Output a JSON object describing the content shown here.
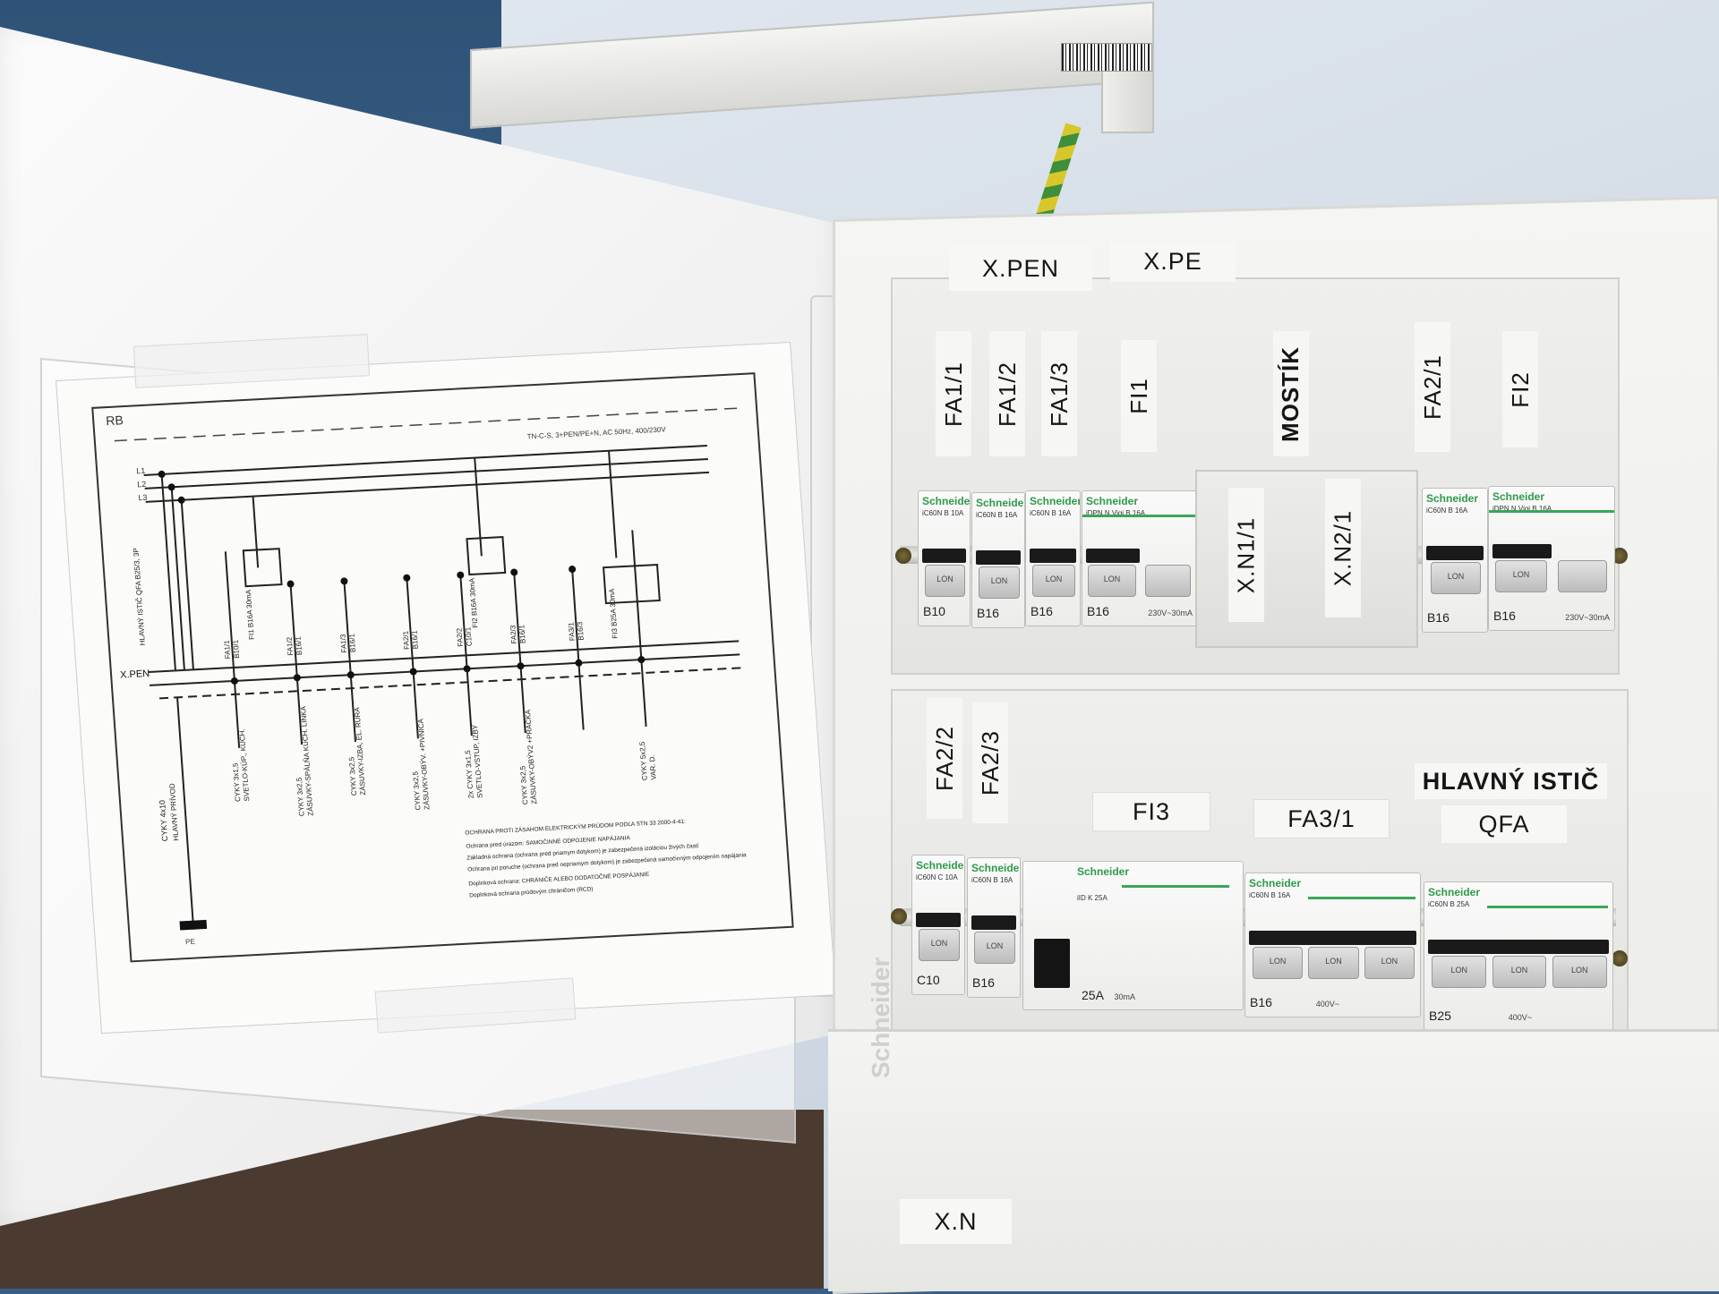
{
  "wall_labels": {
    "x_pen": "X.PEN",
    "x_pe": "X.PE"
  },
  "top_row_labels": [
    "FA1/1",
    "FA1/2",
    "FA1/3",
    "FI1",
    "MOSTÍK",
    "FA2/1",
    "FI2"
  ],
  "bridge_block_labels": [
    "X.N1/1",
    "X.N2/1"
  ],
  "bottom_row_labels_vertical": [
    "FA2/2",
    "FA2/3"
  ],
  "bottom_row_labels": {
    "fi3": "FI3",
    "fa3_1": "FA3/1",
    "main_breaker": "HLAVNÝ ISTIČ",
    "qfa": "QFA"
  },
  "neutral_label": "X.N",
  "cabinet_brand": "Schneider",
  "breakers_top": [
    {
      "brand": "Schneider",
      "model": "iC60N B 10A",
      "toggle": "LON",
      "rating": "B10",
      "sub": ""
    },
    {
      "brand": "Schneider",
      "model": "iC60N B 16A",
      "toggle": "LON",
      "rating": "B16",
      "sub": ""
    },
    {
      "brand": "Schneider",
      "model": "iC60N B 16A",
      "toggle": "LON",
      "rating": "B16",
      "sub": ""
    },
    {
      "brand": "Schneider",
      "model": "iDPN N Vigi B 16A",
      "toggle": "LON",
      "rating": "B16",
      "sub": "230V~30mA"
    },
    {
      "brand": "Schneider",
      "model": "iC60N B 16A",
      "toggle": "LON",
      "rating": "B16",
      "sub": ""
    },
    {
      "brand": "Schneider",
      "model": "iDPN N Vigi B 16A",
      "toggle": "LON",
      "rating": "B16",
      "sub": "230V~30mA"
    }
  ],
  "breakers_bottom": [
    {
      "brand": "Schneider",
      "model": "iC60N C 10A",
      "toggle": "LON",
      "rating": "C10",
      "sub": ""
    },
    {
      "brand": "Schneider",
      "model": "iC60N B 16A",
      "toggle": "LON",
      "rating": "B16",
      "sub": ""
    },
    {
      "brand": "Schneider",
      "model": "iID K 25A",
      "toggle": "",
      "rating": "25A",
      "sub": "30mA"
    },
    {
      "brand": "Schneider",
      "model": "iC60N B 16A",
      "toggle": "LON",
      "rating": "B16",
      "sub": "400V~"
    },
    {
      "brand": "Schneider",
      "model": "iC60N B 25A",
      "toggle": "LON",
      "rating": "B25",
      "sub": "400V~"
    }
  ],
  "diagram": {
    "corner_label": "RB",
    "network": "TN-C-S, 3+PEN/PE+N, AC 50Hz, 400/230V",
    "phases": [
      "L1",
      "L2",
      "L3"
    ],
    "main_breaker_note": "HLAVNÝ ISTIČ QFA B25/3, 3P",
    "supply_label": "HLAVNÝ PRÍVOD",
    "pen_label": "X.PEN",
    "cable_main": "CYKY 4x10",
    "pe_label": "PE",
    "circuits": [
      {
        "id": "FA1/1",
        "rating": "B10/1",
        "cable": "CYKY 3x1,5",
        "desc": "SVETLO-KÚP., KUCH."
      },
      {
        "id": "FA1/2",
        "rating": "B16/1",
        "cable": "CYKY 3x2,5",
        "desc": "ZÁSUVKY-SPÁLŇA KUCH. LINKA"
      },
      {
        "id": "FA1/3",
        "rating": "B16/1",
        "cable": "CYKY 3x2,5",
        "desc": "ZÁSUVKY-IZBA, EL. RÚRA"
      },
      {
        "id": "FA2/1",
        "rating": "B16/1",
        "cable": "CYKY 3x2,5",
        "desc": "ZÁSUVKY-OBÝV. +PIVNICA"
      },
      {
        "id": "FA2/2",
        "rating": "C10/1",
        "cable": "2x CYKY 3x1,5",
        "desc": "SVETLO-VSTUP, IZBY"
      },
      {
        "id": "FA2/3",
        "rating": "B16/1",
        "cable": "CYKY 3x2,5",
        "desc": "ZÁSUVKY-OBÝV2 +PRÁČKA"
      },
      {
        "id": "FA3/1",
        "rating": "B16/3",
        "cable": "CYKY 5x2,5",
        "desc": "VAR. D."
      }
    ],
    "rcd_labels": [
      "FI1 B16A 30mA",
      "FI2 B16A 30mA",
      "FI3 B25A 30mA"
    ],
    "notes": [
      "OCHRANA PROTI ZÁSAHOM ELEKTRICKÝM PRÚDOM PODĽA STN 33 2000-4-41:",
      "Ochrana pred úrazom: SAMOČINNÉ ODPOJENIE NAPÁJANIA",
      "Základná ochrana (ochrana pred priamym dotykom) je zabezpečená izoláciou živých častí",
      "Ochrana pri poruche (ochrana pred nepriamym dotykom) je zabezpečená samočinným odpojením napájania",
      "Doplnková ochrana: CHRÁNIČE ALEBO DODATOČNÉ POSPÁJANIE",
      "Doplnková ochrana prúdovým chráničom (RCD)"
    ]
  }
}
